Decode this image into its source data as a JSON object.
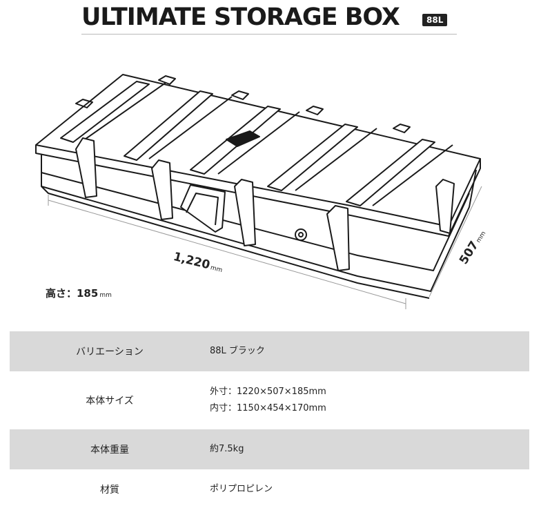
{
  "header": {
    "title": "ULTIMATE STORAGE BOX",
    "capacity_badge": "88L"
  },
  "dimensions": {
    "length": "1,220",
    "width": "507",
    "height_label": "高さ：185",
    "unit": "mm"
  },
  "specs": [
    {
      "label": "バリエーション",
      "lines": [
        "88L ブラック"
      ]
    },
    {
      "label": "本体サイズ",
      "lines": [
        "外寸：1220×507×185mm",
        "内寸：1150×454×170mm"
      ]
    },
    {
      "label": "本体重量",
      "lines": [
        "約7.5kg"
      ]
    },
    {
      "label": "材質",
      "lines": [
        "ポリプロピレン"
      ]
    }
  ],
  "colors": {
    "shaded_row": "#d9d9d9",
    "text": "#222222",
    "badge_bg": "#222222"
  }
}
